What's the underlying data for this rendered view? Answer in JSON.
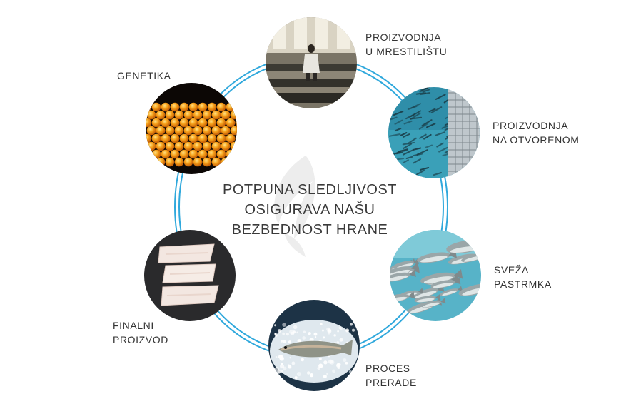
{
  "center_text": {
    "line1": "POTPUNA SLEDLJIVOST",
    "line2": "OSIGURAVA NAŠU",
    "line3": "BEZBEDNOST HRANE"
  },
  "stages": [
    {
      "id": "genetika",
      "line1": "GENETIKA",
      "line2": ""
    },
    {
      "id": "mrestiliste",
      "line1": "PROIZVODNJA",
      "line2": "U MRESTILIŠTU"
    },
    {
      "id": "otvoreno",
      "line1": "PROIZVODNJA",
      "line2": "NA OTVORENOM"
    },
    {
      "id": "pastrmka",
      "line1": "SVEŽA",
      "line2": "PASTRMKA"
    },
    {
      "id": "prerada",
      "line1": "PROCES",
      "line2": "PRERADE"
    },
    {
      "id": "finalni",
      "line1": "FINALNI",
      "line2": "PROIZVOD"
    }
  ],
  "colors": {
    "ring": "#2fa8dc",
    "text": "#333333",
    "watermark": "#ececec"
  },
  "icons": {
    "genetika": "fish-eggs-photo",
    "mrestiliste": "hatchery-worker-photo",
    "otvoreno": "fish-farm-net-photo",
    "pastrmka": "trout-school-photo",
    "prerada": "trout-on-ice-photo",
    "finalni": "fish-fillets-photo",
    "watermark": "leaf-logo"
  }
}
